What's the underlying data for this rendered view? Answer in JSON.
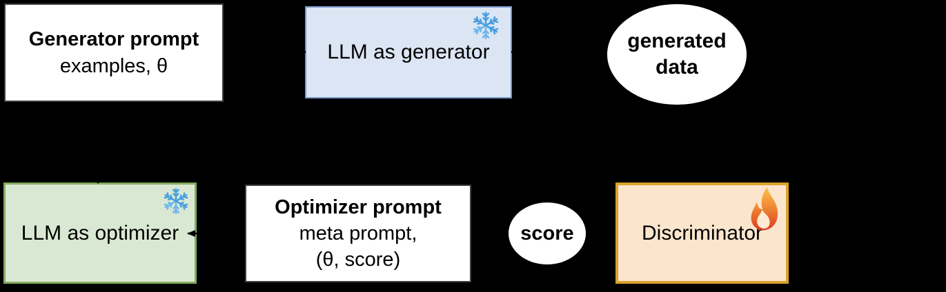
{
  "diagram": {
    "background": "#000000",
    "nodes": {
      "generator_prompt": {
        "title": "Generator prompt",
        "subtitle": "examples, θ"
      },
      "llm_generator": {
        "label": "LLM as generator",
        "icon": "snowflake-icon"
      },
      "generated_data": {
        "label_line1": "generated",
        "label_line2": "data"
      },
      "llm_optimizer": {
        "label": "LLM as optimizer",
        "icon": "snowflake-icon"
      },
      "optimizer_prompt": {
        "title": "Optimizer prompt",
        "line2": "meta prompt,",
        "line3": "(θ, score)"
      },
      "score": {
        "label": "score"
      },
      "discriminator": {
        "label": "Discriminator",
        "icon": "flame-icon"
      }
    },
    "colors": {
      "background": "#000000",
      "text": "#000000",
      "plain_box_fill": "#ffffff",
      "plain_box_border": "#3f3f3f",
      "generator_fill": "#dbe5f4",
      "generator_border": "#7897c8",
      "optimizer_fill": "#d9e8d2",
      "optimizer_border": "#84ab63",
      "discriminator_fill": "#fce5cd",
      "discriminator_border": "#d9a32b",
      "snowflake_blue": "#479fe0",
      "flame_yellow": "#fcc24f",
      "flame_orange": "#f08a33",
      "flame_red": "#dd3b23",
      "arrow": "#000000"
    }
  }
}
